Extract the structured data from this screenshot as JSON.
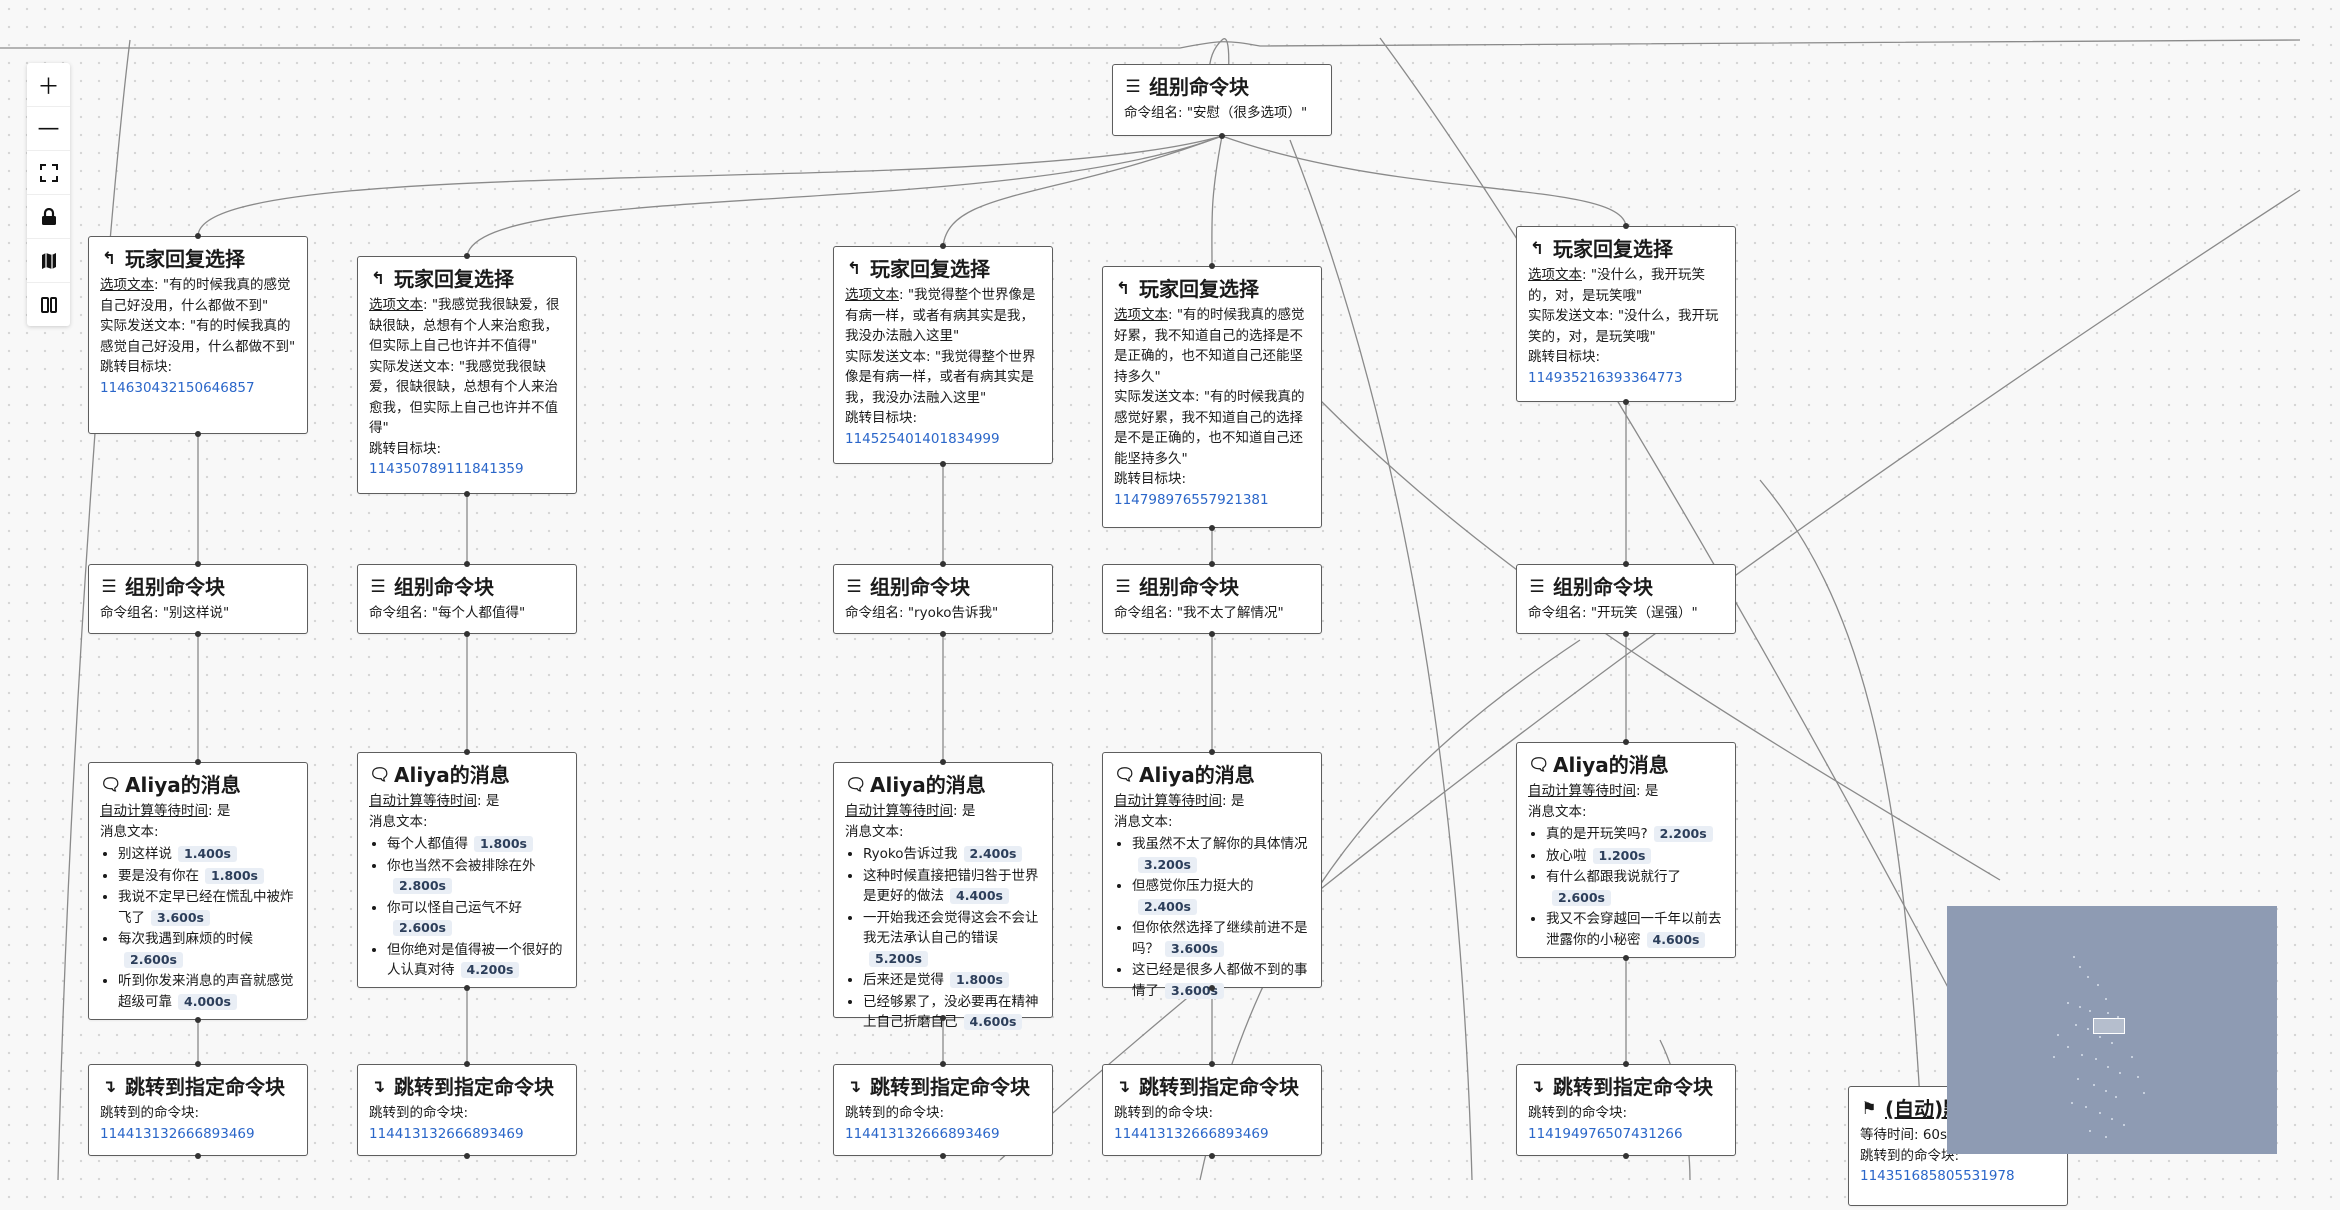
{
  "labels": {
    "group_block": "组别命令块",
    "reply_choice": "玩家回复选择",
    "aliya_message": "Aliya的消息",
    "jump_block": "跳转到指定命令块",
    "auto_default": "(自动)默",
    "group_name_label": "命令组名: ",
    "option_text_label": "选项文本",
    "sent_text_label": "实际发送文本: ",
    "jump_target_label": "跳转目标块:",
    "auto_wait_label": "自动计算等待时间",
    "auto_wait_value": ": 是",
    "msg_text_label": "消息文本:",
    "jump_to_label": "跳转到的命令块:",
    "wait_time_label": "等待时间: 60s",
    "jump_to_label2": "跳转到的命令块:"
  },
  "controls": [
    "zoom-in",
    "zoom-out",
    "fit-view",
    "lock",
    "map",
    "toggle"
  ],
  "root": {
    "group_name": "\"安慰（很多选项）\""
  },
  "columns": [
    {
      "reply": {
        "option_text": ": \"有的时候我真的感觉自己好没用，什么都做不到\"",
        "sent_text": "\"有的时候我真的感觉自己好没用，什么都做不到\"",
        "target": "114630432150646857"
      },
      "group": {
        "group_name": "\"别这样说\""
      },
      "message": {
        "items": [
          {
            "text": "别这样说",
            "time": "1.400s"
          },
          {
            "text": "要是没有你在",
            "time": "1.800s"
          },
          {
            "text": "我说不定早已经在慌乱中被炸飞了",
            "time": "3.600s"
          },
          {
            "text": "每次我遇到麻烦的时候",
            "time": "2.600s"
          },
          {
            "text": "听到你发来消息的声音就感觉超级可靠",
            "time": "4.000s"
          }
        ]
      },
      "jump": {
        "target": "114413132666893469"
      }
    },
    {
      "reply": {
        "option_text": ": \"我感觉我很缺爱，很缺很缺，总想有个人来治愈我，但实际上自己也许并不值得\"",
        "sent_text": "\"我感觉我很缺爱，很缺很缺，总想有个人来治愈我，但实际上自己也许并不值得\"",
        "target": "114350789111841359"
      },
      "group": {
        "group_name": "\"每个人都值得\""
      },
      "message": {
        "items": [
          {
            "text": "每个人都值得",
            "time": "1.800s"
          },
          {
            "text": "你也当然不会被排除在外",
            "time": "2.800s"
          },
          {
            "text": "你可以怪自己运气不好",
            "time": "2.600s"
          },
          {
            "text": "但你绝对是值得被一个很好的人认真对待",
            "time": "4.200s"
          }
        ]
      },
      "jump": {
        "target": "114413132666893469"
      }
    },
    {
      "reply": {
        "option_text": ": \"我觉得整个世界像是有病一样，或者有病其实是我，我没办法融入这里\"",
        "sent_text": "\"我觉得整个世界像是有病一样，或者有病其实是我，我没办法融入这里\"",
        "target": "114525401401834999"
      },
      "group": {
        "group_name": "\"ryoko告诉我\""
      },
      "message": {
        "items": [
          {
            "text": "Ryoko告诉过我",
            "time": "2.400s"
          },
          {
            "text": "这种时候直接把错归咎于世界是更好的做法",
            "time": "4.400s"
          },
          {
            "text": "一开始我还会觉得这会不会让我无法承认自己的错误",
            "time": "5.200s"
          },
          {
            "text": "后来还是觉得",
            "time": "1.800s"
          },
          {
            "text": "已经够累了，没必要再在精神上自己折磨自己",
            "time": "4.600s"
          }
        ]
      },
      "jump": {
        "target": "114413132666893469"
      }
    },
    {
      "reply": {
        "option_text": ": \"有的时候我真的感觉好累，我不知道自己的选择是不是正确的，也不知道自己还能坚持多久\"",
        "sent_text": "\"有的时候我真的感觉好累，我不知道自己的选择是不是正确的，也不知道自己还能坚持多久\"",
        "target": "114798976557921381"
      },
      "group": {
        "group_name": "\"我不太了解情况\""
      },
      "message": {
        "items": [
          {
            "text": "我虽然不太了解你的具体情况",
            "time": "3.200s"
          },
          {
            "text": "但感觉你压力挺大的",
            "time": "2.400s"
          },
          {
            "text": "但你依然选择了继续前进不是吗？",
            "time": "3.600s"
          },
          {
            "text": "这已经是很多人都做不到的事情了",
            "time": "3.600s"
          }
        ]
      },
      "jump": {
        "target": "114413132666893469"
      }
    },
    {
      "reply": {
        "option_text": ": \"没什么，我开玩笑的，对，是玩笑哦\"",
        "sent_text": "\"没什么，我开玩笑的，对，是玩笑哦\"",
        "target": "114935216393364773"
      },
      "group": {
        "group_name": "\"开玩笑（逞强）\""
      },
      "message": {
        "items": [
          {
            "text": "真的是开玩笑吗?",
            "time": "2.200s"
          },
          {
            "text": "放心啦",
            "time": "1.200s"
          },
          {
            "text": "有什么都跟我说就行了",
            "time": "2.600s"
          },
          {
            "text": "我又不会穿越回一千年以前去泄露你的小秘密",
            "time": "4.600s"
          }
        ]
      },
      "jump": {
        "target": "114194976507431266"
      }
    }
  ],
  "auto_default": {
    "target": "114351685805531978"
  }
}
